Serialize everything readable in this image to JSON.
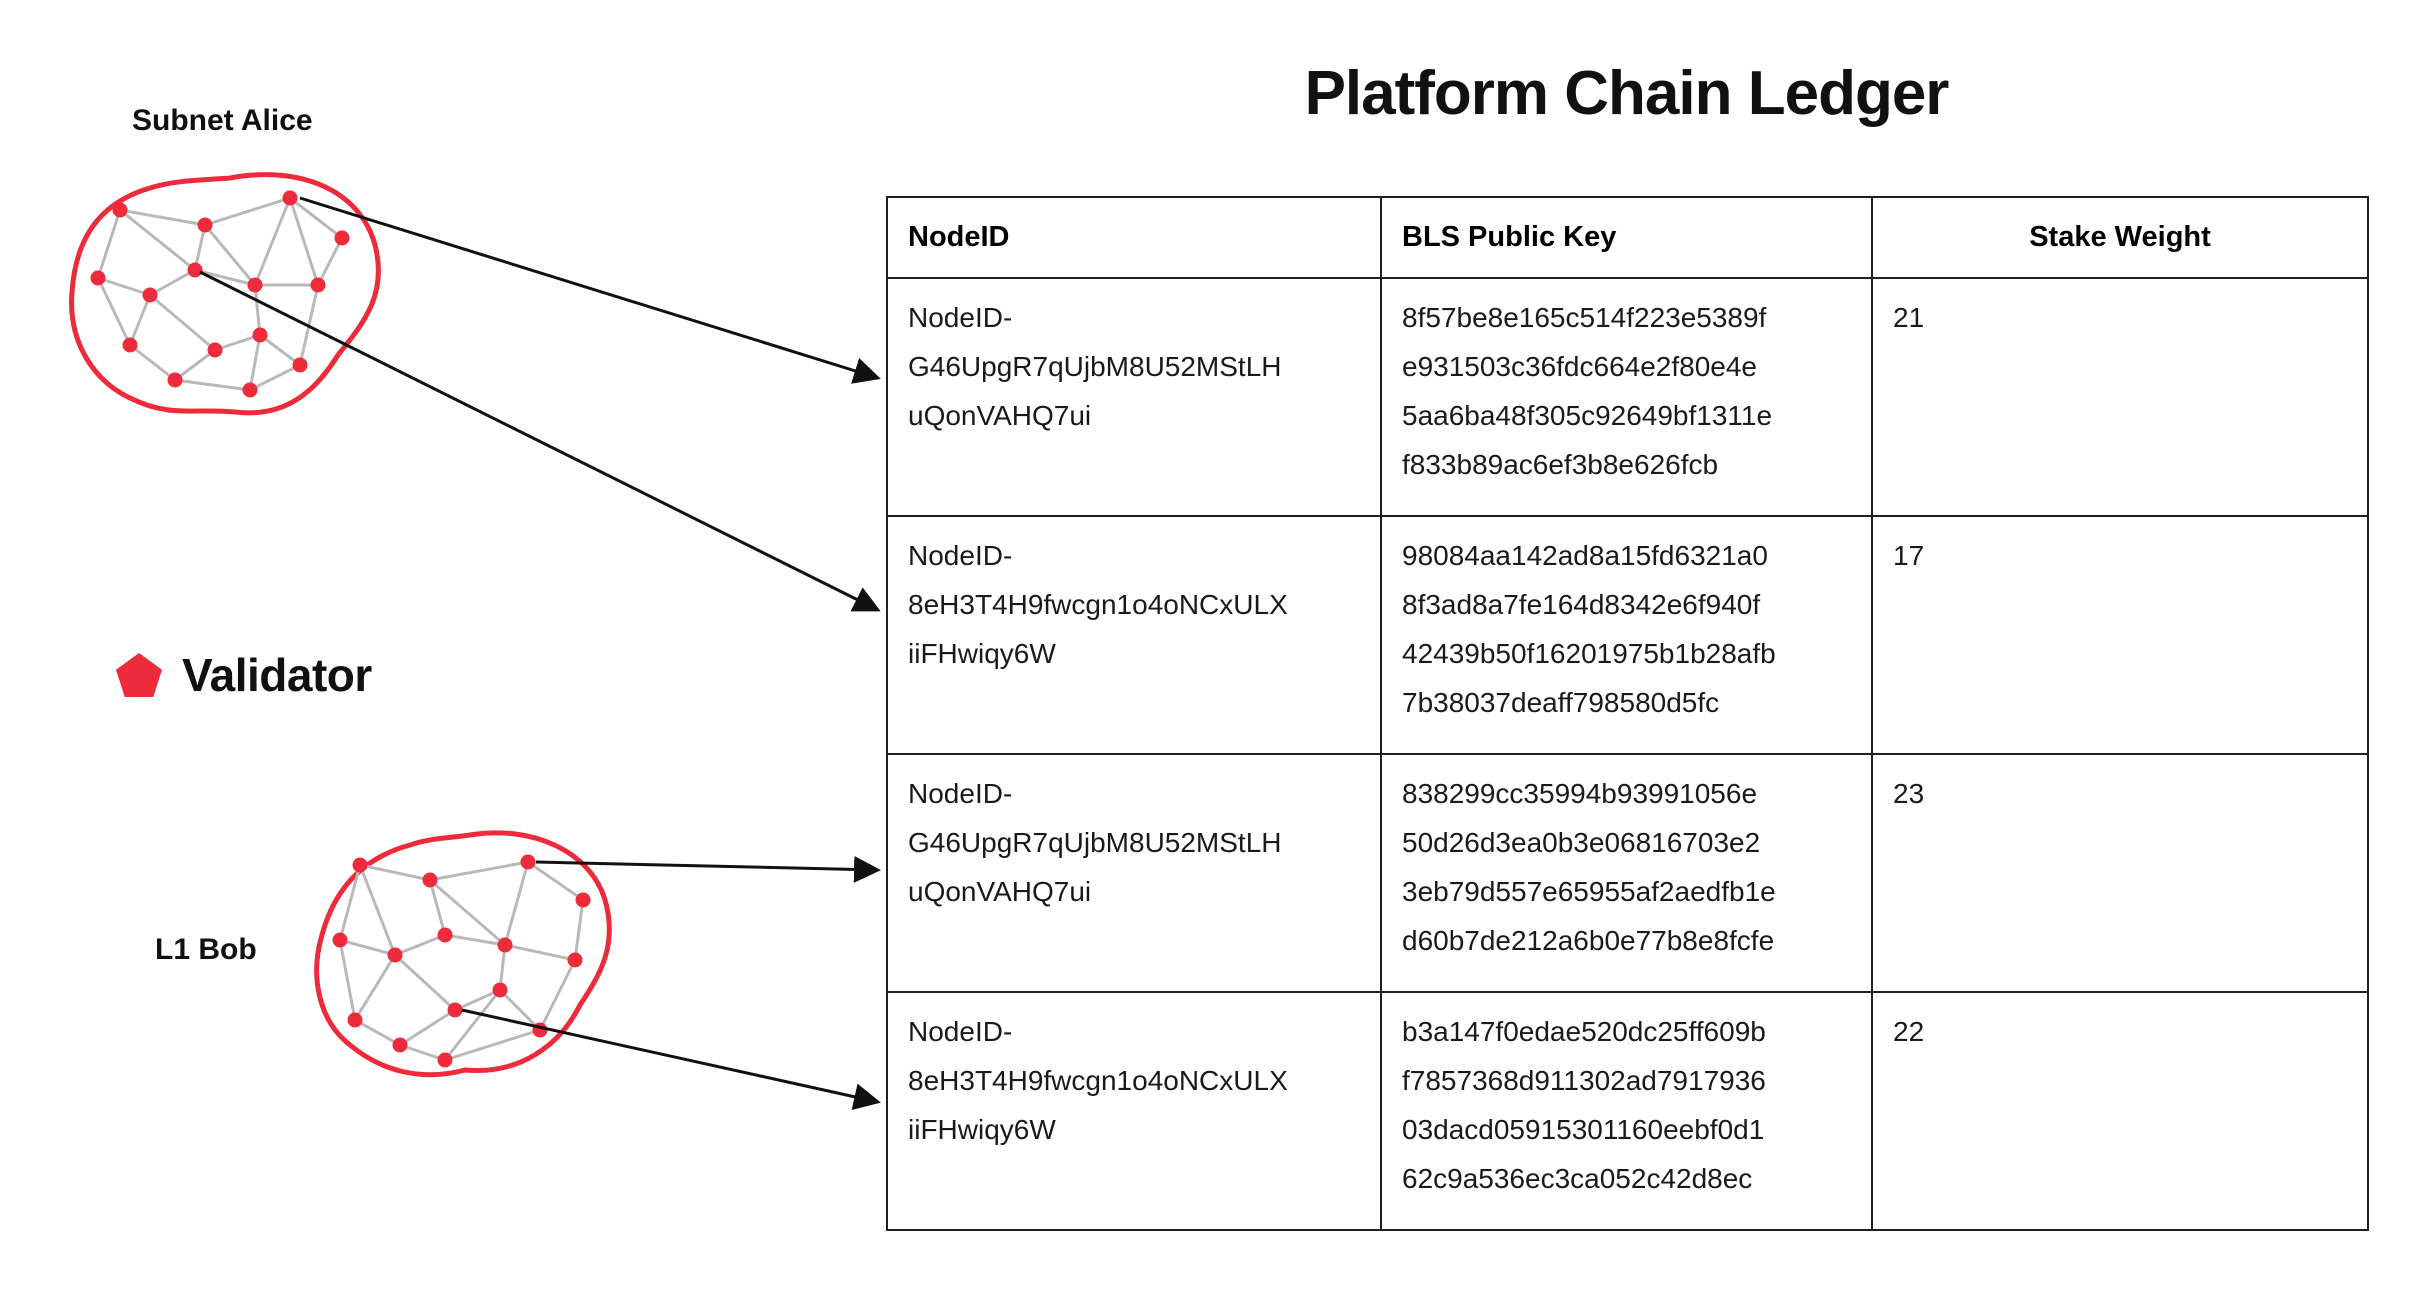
{
  "title": "Platform Chain Ledger",
  "networks": {
    "alice_label": "Subnet Alice",
    "bob_label": "L1 Bob"
  },
  "legend": {
    "validator_label": "Validator",
    "validator_icon": "pentagon-icon"
  },
  "colors": {
    "validator_red": "#EE2B3B",
    "edge_gray": "#B9B9B9",
    "arrow_black": "#111111",
    "table_border": "#1F1F1F"
  },
  "table": {
    "headers": [
      "NodeID",
      "BLS Public Key",
      "Stake Weight"
    ],
    "rows": [
      {
        "node_id": "NodeID-\nG46UpgR7qUjbM8U52MStLH\nuQonVAHQ7ui",
        "bls_public_key": "8f57be8e165c514f223e5389f\ne931503c36fdc664e2f80e4e\n5aa6ba48f305c92649bf1311e\nf833b89ac6ef3b8e626fcb",
        "stake_weight": "21"
      },
      {
        "node_id": "NodeID-\n8eH3T4H9fwcgn1o4oNCxULX\niiFHwiqy6W",
        "bls_public_key": "98084aa142ad8a15fd6321a0\n8f3ad8a7fe164d8342e6f940f\n42439b50f16201975b1b28afb\n7b38037deaff798580d5fc",
        "stake_weight": "17"
      },
      {
        "node_id": "NodeID-\nG46UpgR7qUjbM8U52MStLH\nuQonVAHQ7ui",
        "bls_public_key": "838299cc35994b93991056e\n50d26d3ea0b3e06816703e2\n3eb79d557e65955af2aedfb1e\nd60b7de212a6b0e77b8e8fcfe",
        "stake_weight": "23"
      },
      {
        "node_id": "NodeID-\n8eH3T4H9fwcgn1o4oNCxULX\niiFHwiqy6W",
        "bls_public_key": "b3a147f0edae520dc25ff609b\nf7857368d911302ad7917936\n03dacd05915301160eebf0d1\n62c9a536ec3ca052c42d8ec",
        "stake_weight": "22"
      }
    ]
  }
}
